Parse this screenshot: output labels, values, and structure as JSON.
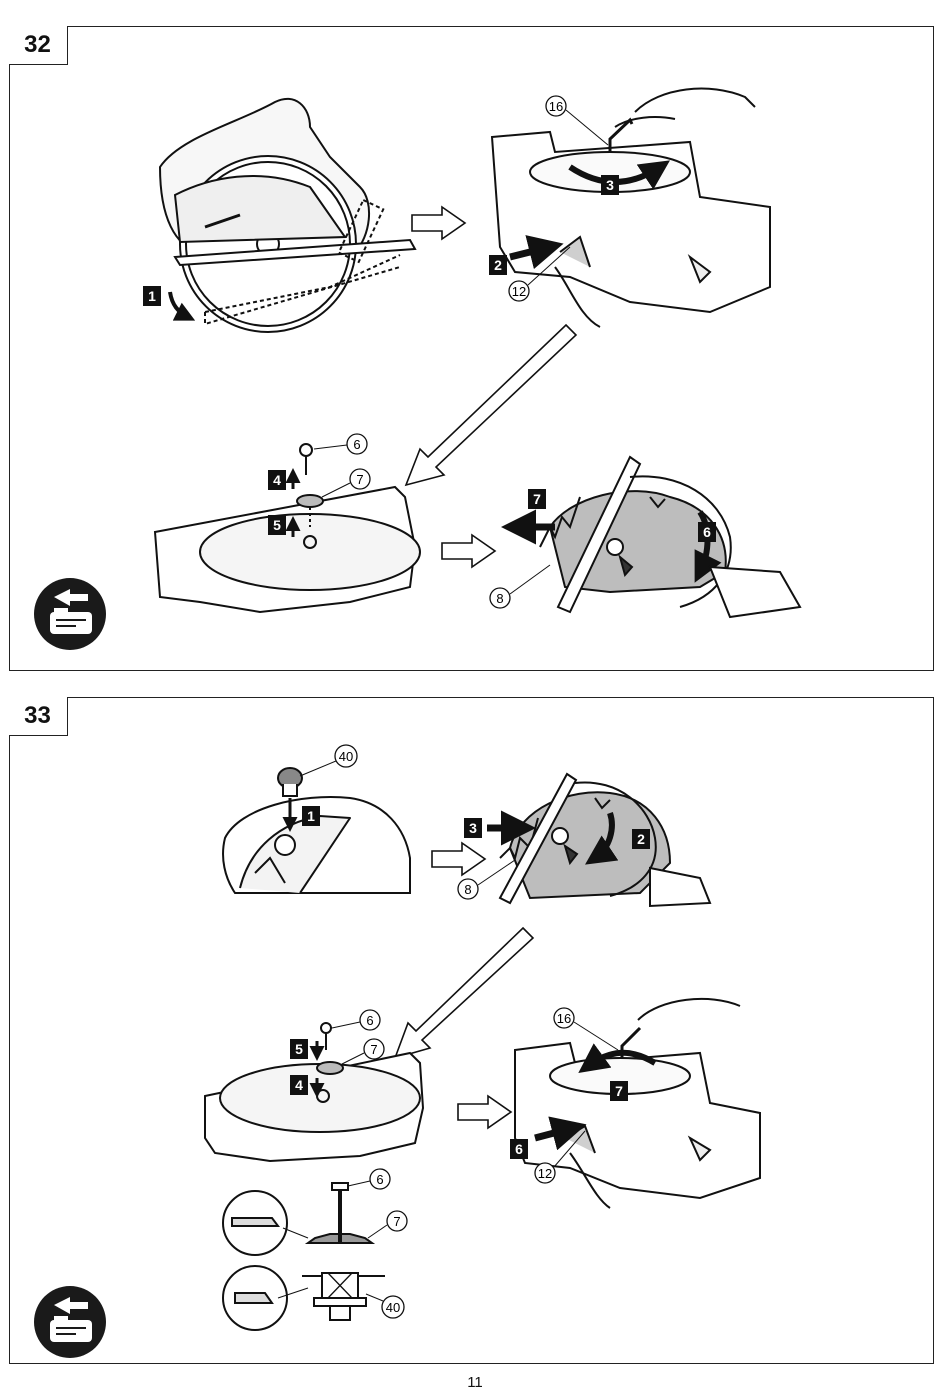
{
  "page": {
    "number": "11"
  },
  "figures": [
    {
      "id": "32",
      "labels": {
        "c16": "16",
        "c12": "12",
        "c6": "6",
        "c7": "7",
        "c8": "8"
      },
      "steps": {
        "s1": "1",
        "s2": "2",
        "s3": "3",
        "s4": "4",
        "s5": "5",
        "s6": "6",
        "s7": "7"
      },
      "badge_icon": "remove-battery-icon"
    },
    {
      "id": "33",
      "labels": {
        "c40": "40",
        "c8": "8",
        "c6": "6",
        "c7": "7",
        "c16": "16",
        "c12": "12",
        "d6": "6",
        "d7": "7",
        "d40": "40"
      },
      "steps": {
        "s1": "1",
        "s2": "2",
        "s3": "3",
        "s4": "4",
        "s5": "5",
        "s6": "6",
        "s7": "7"
      },
      "badge_icon": "remove-battery-icon"
    }
  ],
  "colors": {
    "ink": "#111111",
    "blade_gray": "#bdbdbd",
    "badge": "#1a1a1a"
  }
}
